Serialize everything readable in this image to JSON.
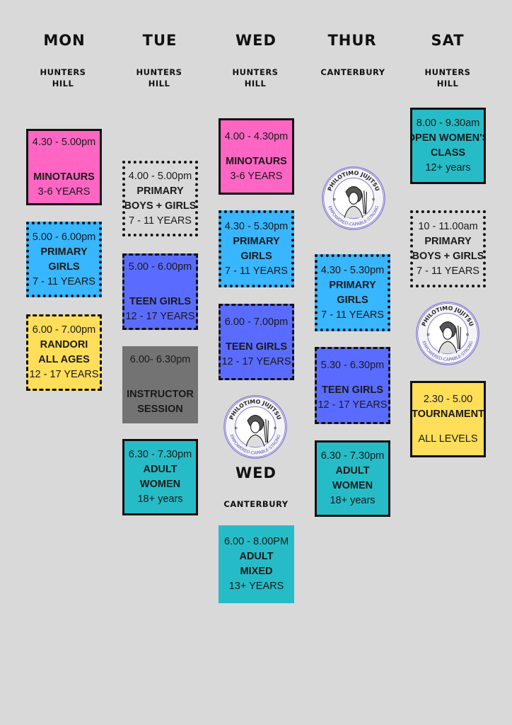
{
  "colors": {
    "pink": "#ff66c4",
    "blue": "#38b6ff",
    "purple": "#5a6cff",
    "yellow": "#ffde59",
    "teal": "#26bcc7",
    "gray": "#737373",
    "none": "transparent"
  },
  "logo": {
    "top_text": "PHILOTIMO JUJITSU",
    "bottom_text": "EMPOWERED-CAPABLE-STRONG"
  },
  "days": [
    {
      "name": "MON",
      "location": [
        "HUNTERS",
        "HILL"
      ]
    },
    {
      "name": "TUE",
      "location": [
        "HUNTERS",
        "HILL"
      ]
    },
    {
      "name": "WED",
      "location": [
        "HUNTERS",
        "HILL"
      ]
    },
    {
      "name": "THUR",
      "location": [
        "CANTERBURY",
        ""
      ]
    },
    {
      "name": "SAT",
      "location": [
        "HUNTERS",
        "HILL"
      ]
    }
  ],
  "wed_canterbury": {
    "name": "WED",
    "location": "CANTERBURY"
  },
  "classes": [
    {
      "id": "mon-minotaurs",
      "color": "pink",
      "border": "solid",
      "lines": [
        {
          "t": "4.30 - 5.00pm"
        },
        {
          "sp": 1
        },
        {
          "sp": 1
        },
        {
          "t": "MINOTAURS",
          "b": 1
        },
        {
          "t": "3-6 YEARS"
        }
      ]
    },
    {
      "id": "mon-primary-girls",
      "color": "blue",
      "border": "dotted",
      "lines": [
        {
          "t": "5.00 - 6.00pm"
        },
        {
          "t": "PRIMARY",
          "b": 1
        },
        {
          "t": "GIRLS",
          "b": 1
        },
        {
          "t": "7 - 11 YEARS"
        }
      ]
    },
    {
      "id": "mon-randori",
      "color": "yellow",
      "border": "dashed",
      "lines": [
        {
          "t": "6.00 - 7.00pm"
        },
        {
          "t": "RANDORI",
          "b": 1
        },
        {
          "t": "ALL AGES",
          "b": 1
        },
        {
          "t": "12 - 17 YEARS"
        }
      ]
    },
    {
      "id": "tue-primary-boys-girls",
      "color": "none",
      "border": "dotted",
      "lines": [
        {
          "t": "4.00 - 5.00pm"
        },
        {
          "t": "PRIMARY",
          "b": 1
        },
        {
          "t": "BOYS + GIRLS",
          "b": 1
        },
        {
          "t": "7 - 11 YEARS"
        }
      ]
    },
    {
      "id": "tue-teen-girls",
      "color": "purple",
      "border": "dashed",
      "lines": [
        {
          "t": "5.00 - 6.00pm"
        },
        {
          "sp": 1
        },
        {
          "sp": 1
        },
        {
          "t": "TEEN GIRLS",
          "b": 1
        },
        {
          "t": "12 - 17 YEARS"
        }
      ]
    },
    {
      "id": "tue-instructor",
      "color": "gray",
      "border": "none",
      "lines": [
        {
          "t": "6.00- 6.30pm"
        },
        {
          "sp": 1
        },
        {
          "sp": 1
        },
        {
          "t": "INSTRUCTOR",
          "b": 1
        },
        {
          "t": "SESSION",
          "b": 1
        }
      ]
    },
    {
      "id": "tue-adult-women",
      "color": "teal",
      "border": "solid",
      "lines": [
        {
          "t": "6.30 - 7.30pm"
        },
        {
          "t": "ADULT",
          "b": 1
        },
        {
          "t": "WOMEN",
          "b": 1
        },
        {
          "t": "18+ years"
        }
      ]
    },
    {
      "id": "wed-minotaurs",
      "color": "pink",
      "border": "solid",
      "lines": [
        {
          "t": "4.00 - 4.30pm"
        },
        {
          "sp": 1
        },
        {
          "t": "MINOTAURS",
          "b": 1
        },
        {
          "t": "3-6 YEARS"
        }
      ]
    },
    {
      "id": "wed-primary-girls",
      "color": "blue",
      "border": "dotted",
      "lines": [
        {
          "t": "4.30 - 5.30pm"
        },
        {
          "t": "PRIMARY",
          "b": 1
        },
        {
          "t": "GIRLS",
          "b": 1
        },
        {
          "t": "7 - 11 YEARS"
        }
      ]
    },
    {
      "id": "wed-teen-girls",
      "color": "purple",
      "border": "dashed",
      "lines": [
        {
          "t": "6.00 - 7.00pm"
        },
        {
          "sp": 1
        },
        {
          "t": "TEEN GIRLS",
          "b": 1
        },
        {
          "t": "12 - 17 YEARS"
        }
      ]
    },
    {
      "id": "wed-adult-mixed",
      "color": "teal",
      "border": "none",
      "lines": [
        {
          "t": "6.00 - 8.00PM"
        },
        {
          "t": "ADULT",
          "b": 1
        },
        {
          "t": "MIXED",
          "b": 1
        },
        {
          "t": "13+ YEARS"
        }
      ]
    },
    {
      "id": "thur-primary-girls",
      "color": "blue",
      "border": "dotted",
      "lines": [
        {
          "t": "4.30 - 5.30pm"
        },
        {
          "t": "PRIMARY",
          "b": 1
        },
        {
          "t": "GIRLS",
          "b": 1
        },
        {
          "t": "7 - 11 YEARS"
        }
      ]
    },
    {
      "id": "thur-teen-girls",
      "color": "purple",
      "border": "dashed",
      "lines": [
        {
          "t": "5.30 - 6.30pm"
        },
        {
          "sp": 1
        },
        {
          "t": "TEEN GIRLS",
          "b": 1
        },
        {
          "t": "12 - 17 YEARS"
        }
      ]
    },
    {
      "id": "thur-adult-women",
      "color": "teal",
      "border": "solid",
      "lines": [
        {
          "t": "6.30 - 7.30pm"
        },
        {
          "t": "ADULT",
          "b": 1
        },
        {
          "t": "WOMEN",
          "b": 1
        },
        {
          "t": "18+ years"
        }
      ]
    },
    {
      "id": "sat-open-womens",
      "color": "teal",
      "border": "solid",
      "lines": [
        {
          "t": "8.00 - 9.30am"
        },
        {
          "t": "OPEN WOMEN'S",
          "b": 1
        },
        {
          "t": "CLASS",
          "b": 1
        },
        {
          "t": "12+ years"
        }
      ]
    },
    {
      "id": "sat-primary-boys-girls",
      "color": "none",
      "border": "dotted",
      "lines": [
        {
          "t": "10 - 11.00am"
        },
        {
          "t": "PRIMARY",
          "b": 1
        },
        {
          "t": "BOYS + GIRLS",
          "b": 1
        },
        {
          "t": "7 - 11 YEARS"
        }
      ]
    },
    {
      "id": "sat-tournament",
      "color": "yellow",
      "border": "solid",
      "lines": [
        {
          "t": "2.30 - 5.00"
        },
        {
          "t": "TOURNAMENT",
          "b": 1
        },
        {
          "sp": 1
        },
        {
          "t": "ALL LEVELS"
        }
      ]
    }
  ]
}
